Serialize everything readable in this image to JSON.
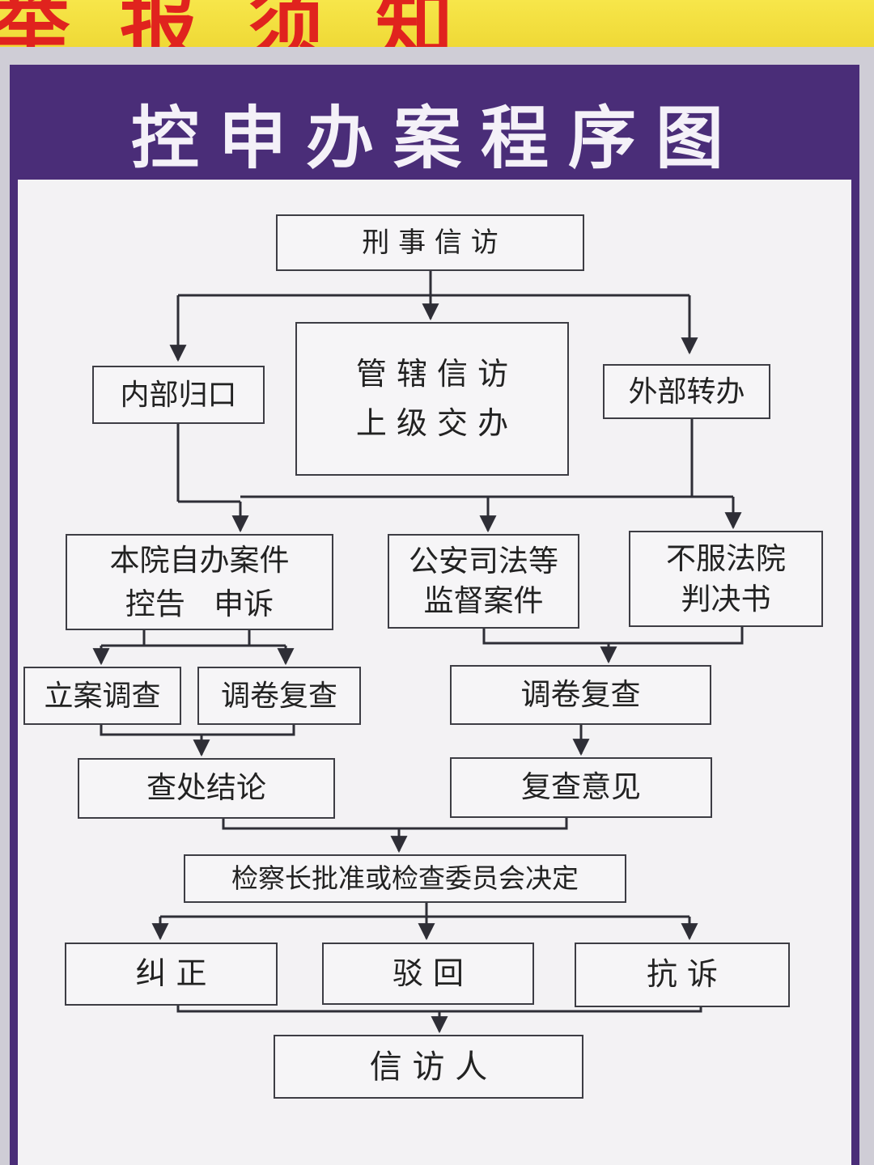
{
  "banner": {
    "text": "举报须知"
  },
  "title": "控申办案程序图",
  "colors": {
    "banner": "#f2df3e",
    "banner_text": "#e0231e",
    "board": "#4a2d78",
    "panel": "#f3f2f4",
    "line": "#2e2e36"
  },
  "nodes": {
    "criminal_petition": "刑 事 信 访",
    "internal_return": "内部归口",
    "jurisdiction_l1": "管 辖 信 访",
    "jurisdiction_l2": "上 级 交 办",
    "external_transfer": "外部转办",
    "own_cases_l1": "本院自办案件",
    "own_cases_l2": "控告   申诉",
    "police_l1": "公安司法等",
    "police_l2": "监督案件",
    "court_l1": "不服法院",
    "court_l2": "判决书",
    "file_investigation": "立案调查",
    "file_review_left": "调卷复查",
    "file_review_right": "调卷复查",
    "conclusion": "查处结论",
    "review_opinion": "复查意见",
    "decision": "检察长批准或检查委员会决定",
    "correction": "纠 正",
    "rejection": "驳 回",
    "protest": "抗 诉",
    "petitioner": "信 访 人"
  }
}
